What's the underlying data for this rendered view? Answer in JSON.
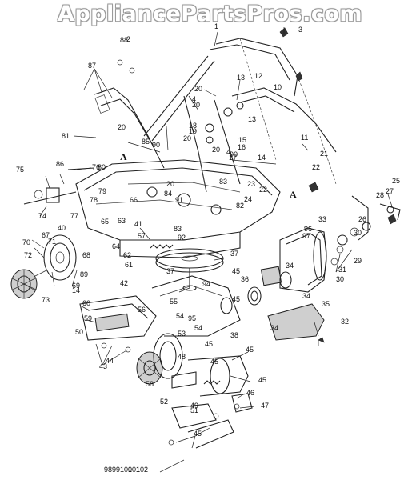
{
  "watermark": "AppliancePartsPros.com",
  "section_markers": [
    "A",
    "A"
  ],
  "callouts": [
    "1",
    "2",
    "3",
    "4",
    "4",
    "10",
    "11",
    "12",
    "13",
    "13",
    "14",
    "14",
    "15",
    "16",
    "17",
    "18",
    "19",
    "20",
    "20",
    "20",
    "20",
    "20",
    "20",
    "21",
    "22",
    "22",
    "23",
    "24",
    "25",
    "26",
    "27",
    "28",
    "29",
    "30",
    "30",
    "31",
    "32",
    "33",
    "34",
    "34",
    "34",
    "35",
    "36",
    "37",
    "37",
    "38",
    "40",
    "41",
    "42",
    "43",
    "44",
    "45",
    "45",
    "45",
    "45",
    "45",
    "45",
    "45",
    "46",
    "47",
    "48",
    "49",
    "50",
    "51",
    "52",
    "53",
    "54",
    "54",
    "55",
    "56",
    "57",
    "58",
    "59",
    "60",
    "61",
    "62",
    "63",
    "64",
    "65",
    "66",
    "67",
    "68",
    "69",
    "70",
    "71",
    "72",
    "73",
    "74",
    "75",
    "76",
    "77",
    "78",
    "79",
    "80",
    "81",
    "82",
    "83",
    "83",
    "84",
    "85",
    "86",
    "87",
    "88",
    "89",
    "90",
    "90",
    "91",
    "92",
    "94",
    "95",
    "96",
    "97",
    "98",
    "99",
    "100",
    "101",
    "102"
  ]
}
